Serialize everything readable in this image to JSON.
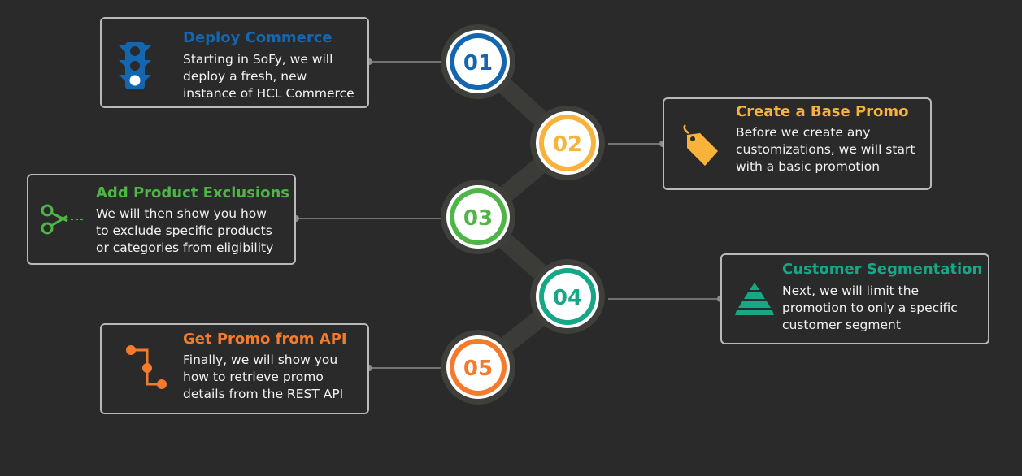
{
  "colors": {
    "background": "#2a2a2a",
    "card_border": "#b9b9b9",
    "connector": "#8a8a8a",
    "path_band": "#3b3c38",
    "ring": "#3e3f3b"
  },
  "steps": [
    {
      "number": "01",
      "title": "Deploy Commerce",
      "lines": [
        "Starting in SoFy, we will",
        "deploy a fresh, new",
        "instance of HCL Commerce"
      ],
      "color": "#1466b0",
      "icon": "traffic-light-icon"
    },
    {
      "number": "02",
      "title": "Create a Base Promo",
      "lines": [
        "Before we create any",
        "customizations, we will start",
        "with a basic promotion"
      ],
      "color": "#f7b33a",
      "icon": "price-tag-icon"
    },
    {
      "number": "03",
      "title": "Add Product Exclusions",
      "lines": [
        "We will then show you how",
        "to exclude specific products",
        "or categories from eligibility"
      ],
      "color": "#4eb546",
      "icon": "scissors-icon"
    },
    {
      "number": "04",
      "title": "Customer Segmentation",
      "lines": [
        "Next, we will limit the",
        "promotion to only a specific",
        "customer segment"
      ],
      "color": "#16a886",
      "icon": "pyramid-icon"
    },
    {
      "number": "05",
      "title": "Get Promo from API",
      "lines": [
        "Finally, we will show you",
        "how to retrieve promo",
        "details from the REST API"
      ],
      "color": "#f47a2c",
      "icon": "flow-nodes-icon"
    }
  ]
}
